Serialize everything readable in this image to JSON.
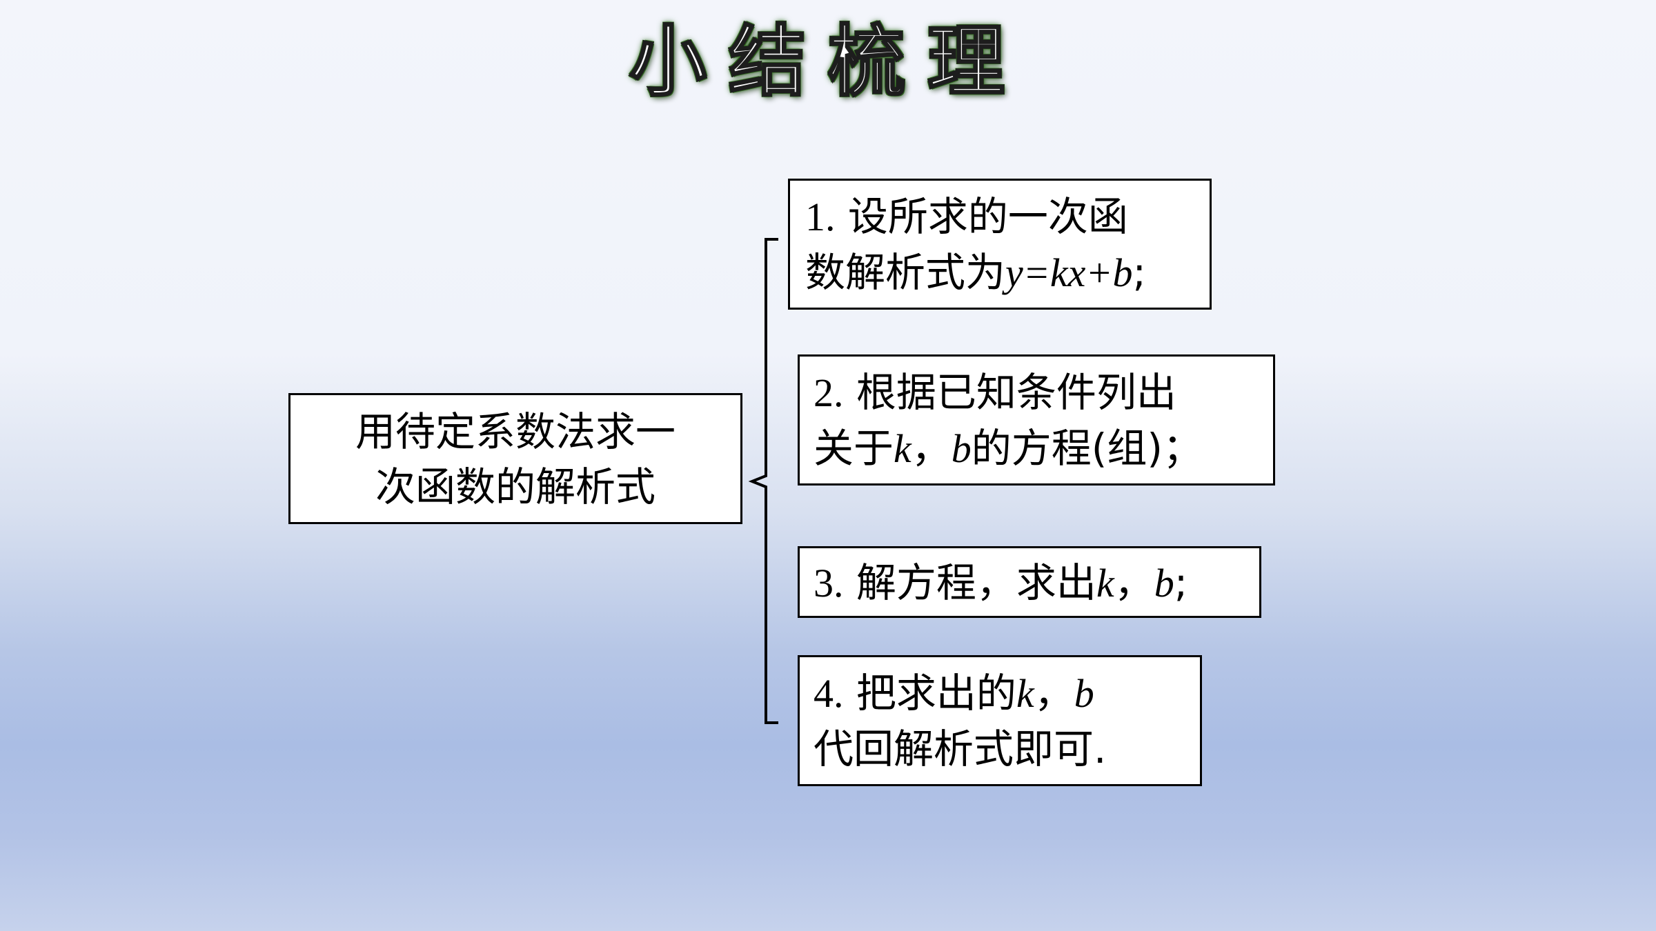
{
  "title": "小结梳理",
  "main": {
    "line1": "用待定系数法求一",
    "line2": "次函数的解析式"
  },
  "steps": [
    {
      "num": "1.",
      "line1": " 设所求的一次函",
      "line2_text": "数解析式为",
      "line2_math": "y=kx+b",
      "line2_end": ";"
    },
    {
      "num": "2.",
      "line1": " 根据已知条件列出",
      "line2_a": "关于",
      "k": "k",
      "comma": "，",
      "b": "b",
      "line2_b": "的方程(组)；"
    },
    {
      "num": "3.",
      "text": " 解方程，求出",
      "k": "k",
      "comma": "，",
      "b": "b",
      "end": ";"
    },
    {
      "num": "4.",
      "text": " 把求出的",
      "k": "k",
      "comma": "，",
      "b": "b",
      "line2": "代回解析式即可."
    }
  ]
}
